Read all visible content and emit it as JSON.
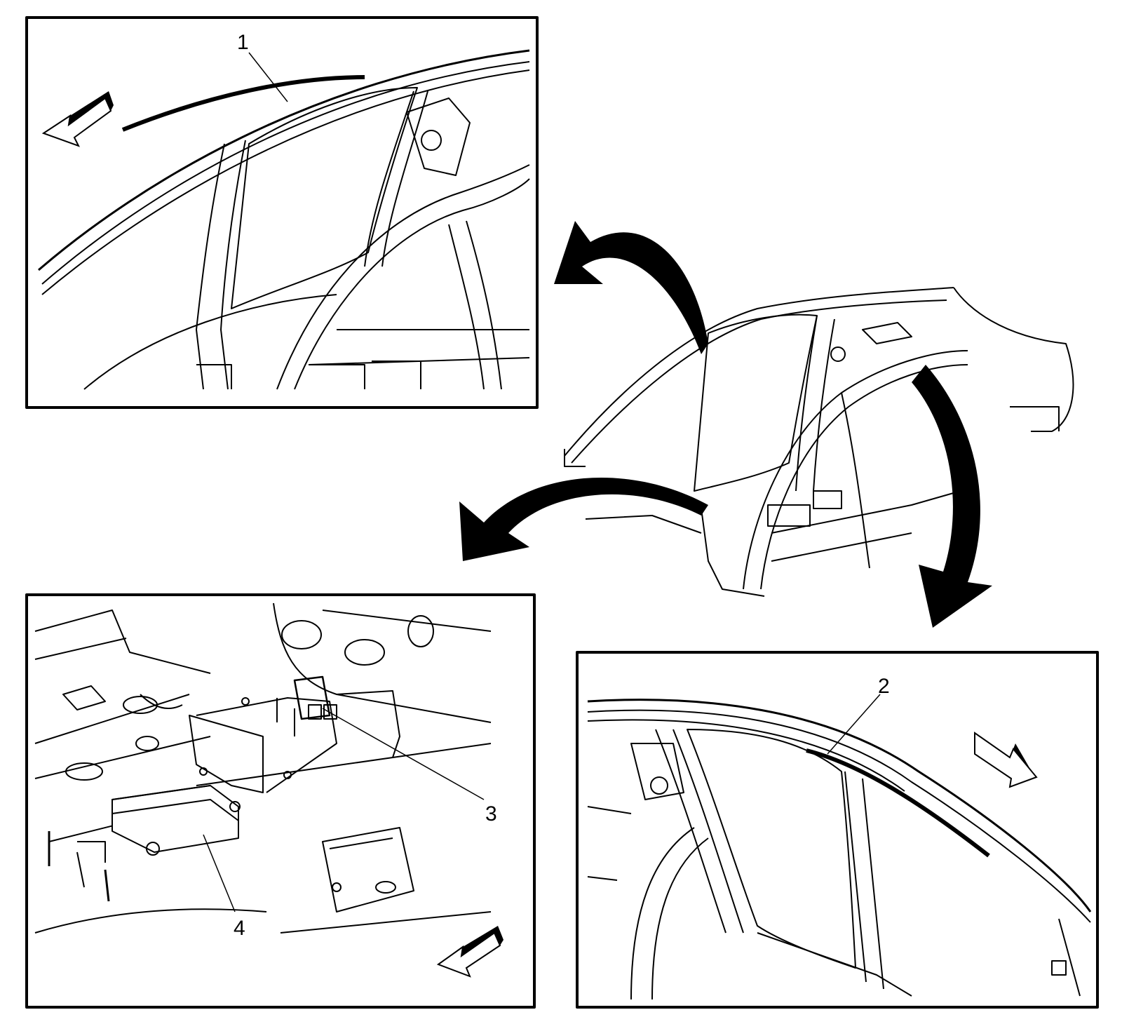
{
  "diagram": {
    "callouts": [
      {
        "id": "1",
        "label": "1"
      },
      {
        "id": "2",
        "label": "2"
      },
      {
        "id": "3",
        "label": "3"
      },
      {
        "id": "4",
        "label": "4"
      }
    ],
    "icons": {
      "front_arrow_top_left": "direction-arrow-icon",
      "front_arrow_bottom_right": "direction-arrow-icon",
      "front_arrow_bottom_left": "direction-arrow-icon",
      "detail_arrows": "curved-arrow-icon"
    },
    "colors": {
      "line": "#000000",
      "background": "#ffffff"
    }
  }
}
